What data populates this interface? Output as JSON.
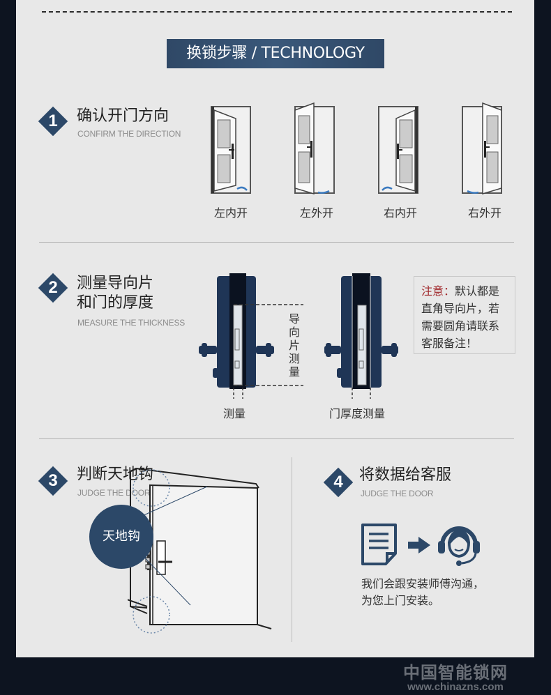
{
  "banner": {
    "title": "换锁步骤 / TECHNOLOGY"
  },
  "steps": [
    {
      "num": "1",
      "title_lines": [
        "确认开门方向"
      ],
      "subtitle": "CONFIRM THE DIRECTION"
    },
    {
      "num": "2",
      "title_lines": [
        "测量导向片",
        "和门的厚度"
      ],
      "subtitle": "MEASURE THE THICKNESS"
    },
    {
      "num": "3",
      "title_lines": [
        "判断天地钩"
      ],
      "subtitle": "JUDGE THE DOOR"
    },
    {
      "num": "4",
      "title_lines": [
        "将数据给客服"
      ],
      "subtitle": "JUDGE THE DOOR"
    }
  ],
  "doors": [
    {
      "label": "左内开",
      "hinge": "left",
      "swing": "in"
    },
    {
      "label": "左外开",
      "hinge": "left",
      "swing": "out"
    },
    {
      "label": "右内开",
      "hinge": "right",
      "swing": "in"
    },
    {
      "label": "右外开",
      "hinge": "right",
      "swing": "out"
    }
  ],
  "measure": {
    "vertical_label": [
      "导",
      "向",
      "片",
      "测",
      "量"
    ],
    "left_caption": "测量",
    "right_caption": "门厚度测量"
  },
  "note": {
    "prefix": "注意：",
    "lines": [
      "默认都是",
      "直角导向片，若",
      "需要圆角请联系",
      "客服备注！"
    ]
  },
  "hook": {
    "circle_label": "天地钩"
  },
  "service": {
    "icons": [
      "document-icon",
      "arrow-right-icon",
      "headset-agent-icon"
    ],
    "lines": [
      "我们会跟安装师傅沟通，",
      "为您上门安装。"
    ]
  },
  "watermark": {
    "name": "中国智能锁网",
    "url": "www.chinazns.com"
  },
  "colors": {
    "navy": "#2c4868",
    "frame": "#0d1420",
    "panel": "#e8e8e8",
    "accent_red": "#a0262a",
    "arrow_blue": "#3c7bc0"
  }
}
